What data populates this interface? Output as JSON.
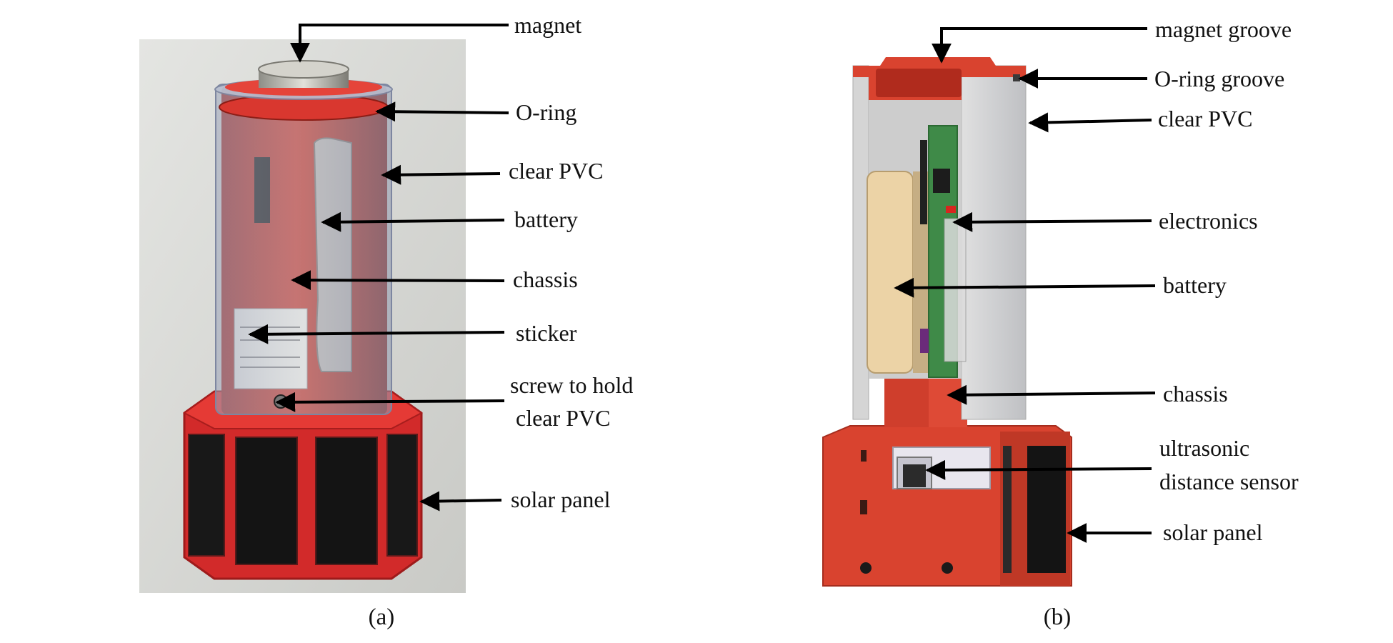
{
  "panel_a": {
    "caption": "(a)",
    "labels": {
      "magnet": "magnet",
      "o_ring": "O-ring",
      "clear_pvc": "clear PVC",
      "battery": "battery",
      "chassis": "chassis",
      "sticker": "sticker",
      "screw_line1": "screw to hold",
      "screw_line2": "clear PVC",
      "solar_panel": "solar panel"
    }
  },
  "panel_b": {
    "caption": "(b)",
    "labels": {
      "magnet_groove": "magnet groove",
      "o_ring_groove": "O-ring groove",
      "clear_pvc": "clear PVC",
      "electronics": "electronics",
      "battery": "battery",
      "chassis": "chassis",
      "sensor_line1": "ultrasonic",
      "sensor_line2": "distance sensor",
      "solar_panel": "solar panel"
    }
  },
  "colors": {
    "chassis_red": "#d8402f",
    "dark_red": "#b7301f",
    "pvc_grey": "#c9cbcf",
    "battery_tan": "#ecd3a6",
    "pcb_green": "#3f8a48",
    "solar_black": "#141414",
    "photo_bg": "#d6d7d3"
  }
}
